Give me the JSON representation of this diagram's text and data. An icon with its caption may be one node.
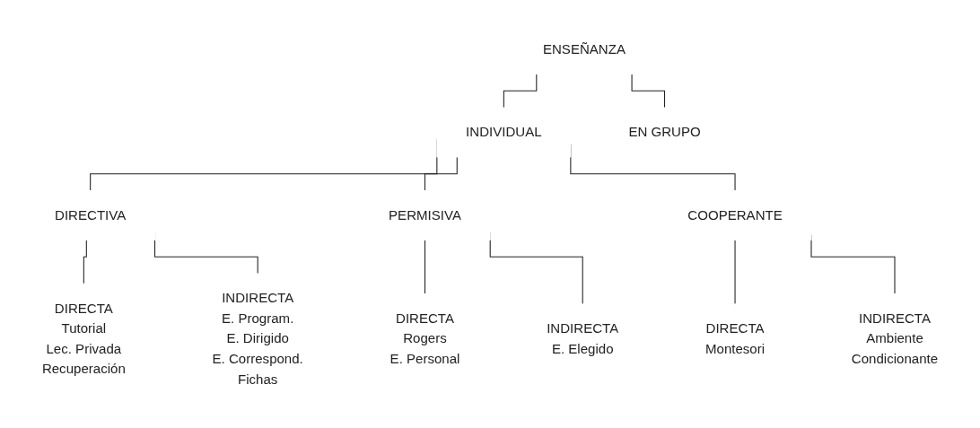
{
  "diagram": {
    "nodes": [
      {
        "text": [
          "ENSEÑANZA"
        ]
      },
      {
        "text": [
          "INDIVIDUAL"
        ]
      },
      {
        "text": [
          "EN GRUPO"
        ]
      },
      {
        "text": [
          "DIRECTIVA"
        ]
      },
      {
        "text": [
          "PERMISIVA"
        ]
      },
      {
        "text": [
          "COOPERANTE"
        ]
      },
      {
        "text": [
          "DIRECTA",
          "Tutorial",
          "Lec. Privada",
          "Recuperación"
        ]
      },
      {
        "text": [
          "INDIRECTA",
          "E. Program.",
          "E. Dirigido",
          "E. Correspond.",
          "Fichas"
        ]
      },
      {
        "text": [
          "DIRECTA",
          "Rogers",
          "E. Personal"
        ]
      },
      {
        "text": [
          "INDIRECTA",
          "E. Elegido"
        ]
      },
      {
        "text": [
          "DIRECTA",
          "Montesori"
        ]
      },
      {
        "text": [
          "INDIRECTA",
          "Ambiente",
          "Condicionante"
        ]
      }
    ],
    "edges": [
      {
        "from": 0,
        "to": 1,
        "arrow": "none"
      },
      {
        "from": 0,
        "to": 2,
        "arrow": "none"
      },
      {
        "from": 1,
        "to": 3,
        "arrow": "none"
      },
      {
        "from": 1,
        "to": 4,
        "arrow": "none"
      },
      {
        "from": 1,
        "to": 5,
        "arrow": "none"
      },
      {
        "from": 3,
        "to": 6,
        "arrow": "none"
      },
      {
        "from": 3,
        "to": 7,
        "arrow": "none"
      },
      {
        "from": 4,
        "to": 8,
        "arrow": "none"
      },
      {
        "from": 4,
        "to": 9,
        "arrow": "none"
      },
      {
        "from": 5,
        "to": 10,
        "arrow": "none"
      },
      {
        "from": 5,
        "to": 11,
        "arrow": "none"
      }
    ]
  }
}
